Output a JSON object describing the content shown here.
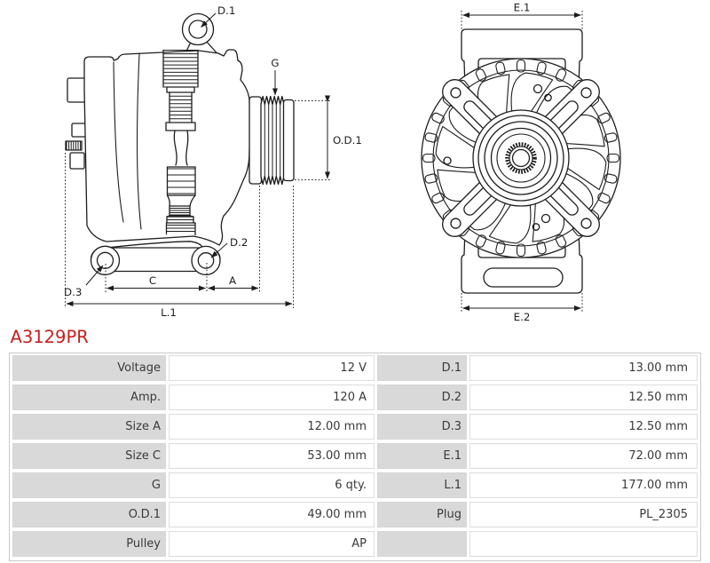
{
  "part_number": "A3129PR",
  "accent_color": "#c5211e",
  "colors": {
    "drawing_line": "#1d1d1d",
    "table_label_bg": "#d9d9d9",
    "table_border": "#c9c9c9",
    "text": "#3a3a3a"
  },
  "diagram": {
    "side_view": {
      "labels": {
        "d1": "D.1",
        "g": "G",
        "od1": "O.D.1",
        "d2": "D.2",
        "d3": "D.3",
        "c": "C",
        "a": "A",
        "l1": "L.1"
      }
    },
    "front_view": {
      "labels": {
        "e1": "E.1",
        "e2": "E.2"
      }
    }
  },
  "spec_table": {
    "rows": [
      {
        "label_left": "Voltage",
        "value_left": "12 V",
        "label_right": "D.1",
        "value_right": "13.00 mm"
      },
      {
        "label_left": "Amp.",
        "value_left": "120 A",
        "label_right": "D.2",
        "value_right": "12.50 mm"
      },
      {
        "label_left": "Size A",
        "value_left": "12.00 mm",
        "label_right": "D.3",
        "value_right": "12.50 mm"
      },
      {
        "label_left": "Size C",
        "value_left": "53.00 mm",
        "label_right": "E.1",
        "value_right": "72.00 mm"
      },
      {
        "label_left": "G",
        "value_left": "6 qty.",
        "label_right": "L.1",
        "value_right": "177.00 mm"
      },
      {
        "label_left": "O.D.1",
        "value_left": "49.00 mm",
        "label_right": "Plug",
        "value_right": "PL_2305"
      },
      {
        "label_left": "Pulley",
        "value_left": "AP",
        "label_right": "",
        "value_right": ""
      }
    ]
  }
}
